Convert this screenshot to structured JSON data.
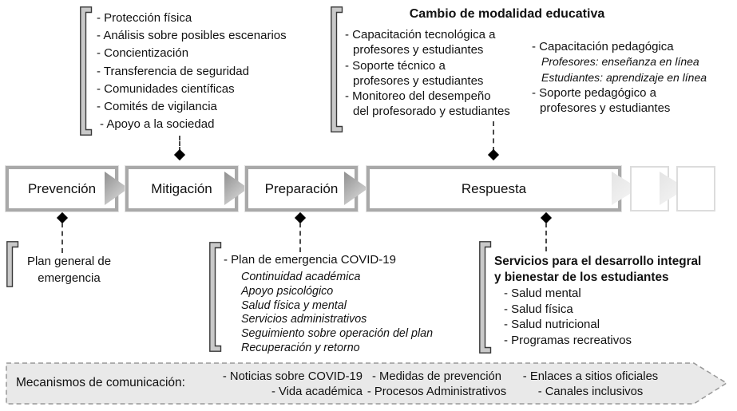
{
  "colors": {
    "stage_border": "#a9a9a9",
    "ghost_border": "#dcdcdc",
    "bracket_fill": "#c9c9c9",
    "bracket_stroke": "#383838",
    "banner_fill": "#e9e9e9",
    "banner_border": "#999999",
    "arrow_dark": "#8f8f8f",
    "arrow_light": "#e4e4e4",
    "text": "#111111"
  },
  "icons": {
    "connector_marker": "diamond",
    "flow_arrow": "triangle-right",
    "bracket": "square-bracket"
  },
  "top_left": {
    "items": [
      "- Protección física",
      "- Análisis sobre posibles escenarios",
      "- Concientización",
      "- Transferencia de seguridad",
      "- Comunidades científicas",
      "- Comités de vigilancia",
      "- Apoyo a la sociedad"
    ]
  },
  "top_center": {
    "title": "Cambio de modalidad educativa",
    "left_lines": [
      "- Capacitación tecnológica a",
      "profesores y estudiantes",
      "- Soporte técnico a",
      "profesores y estudiantes",
      "- Monitoreo del desempeño",
      "del profesorado y estudiantes"
    ],
    "right_lines": [
      "- Capacitación pedagógica",
      "Profesores: enseñanza en línea",
      "Estudiantes: aprendizaje en línea",
      "- Soporte pedagógico a",
      "profesores y estudiantes"
    ]
  },
  "flow": {
    "stages": [
      "Prevención",
      "Mitigación",
      "Preparación",
      "Respuesta"
    ]
  },
  "bottom_left": {
    "lines": [
      "Plan general de",
      "emergencia"
    ]
  },
  "bottom_center": {
    "title": "- Plan de emergencia COVID-19",
    "items": [
      "Continuidad académica",
      "Apoyo psicológico",
      "Salud física y mental",
      "Servicios administrativos",
      "Seguimiento sobre operación del plan",
      "Recuperación y retorno"
    ]
  },
  "bottom_right": {
    "title_lines": [
      "Servicios para el desarrollo integral",
      "y bienestar de los estudiantes"
    ],
    "items": [
      "- Salud mental",
      "- Salud física",
      "- Salud nutricional",
      "- Programas recreativos"
    ]
  },
  "banner": {
    "label": "Mecanismos de comunicación:",
    "col1": [
      "- Noticias sobre COVID-19",
      "- Vida académica"
    ],
    "col2": [
      "- Medidas de prevención",
      "- Procesos Administrativos"
    ],
    "col3": [
      "- Enlaces a sitios oficiales",
      "- Canales inclusivos"
    ]
  }
}
